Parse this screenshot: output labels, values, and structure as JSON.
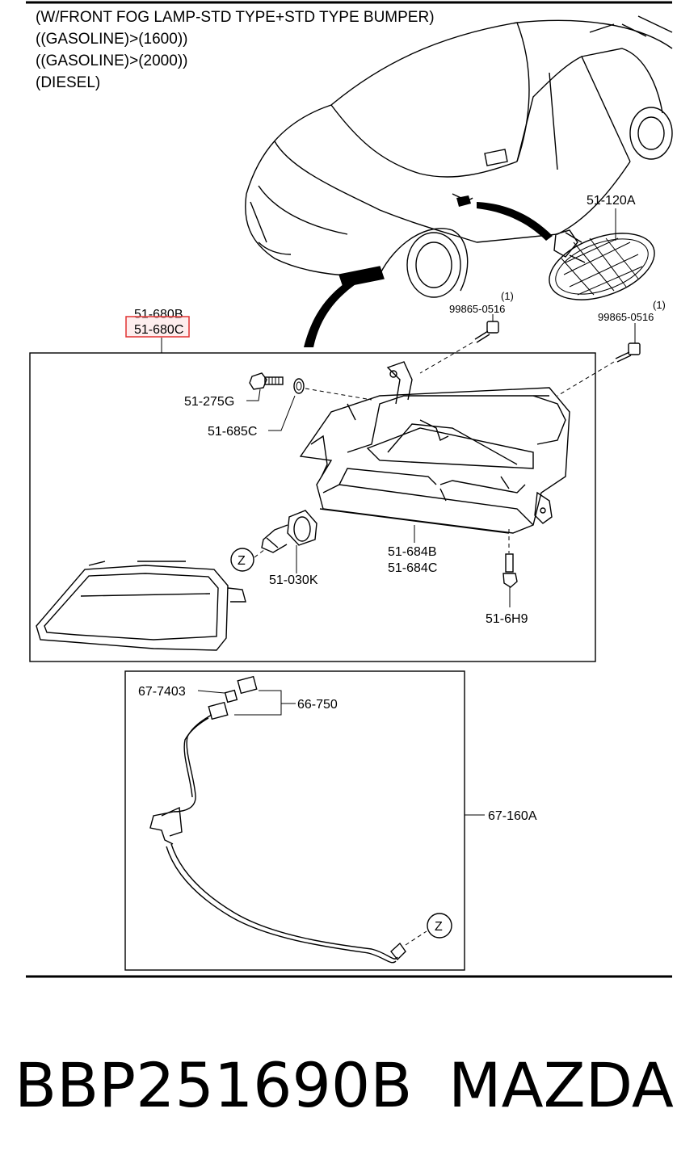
{
  "header": {
    "lines": [
      "(W/FRONT FOG LAMP-STD TYPE+STD TYPE BUMPER)",
      "((GASOLINE)>(1600))",
      "((GASOLINE)>(2000))",
      "(DIESEL)"
    ]
  },
  "callouts": {
    "p_51_120A": "51-120A",
    "p_99865_a_qty": "(1)",
    "p_99865_a": "99865-0516",
    "p_99865_b_qty": "(1)",
    "p_99865_b": "99865-0516",
    "p_51_680B": "51-680B",
    "p_51_680C": "51-680C",
    "p_51_275G": "51-275G",
    "p_51_685C": "51-685C",
    "p_51_030K": "51-030K",
    "p_51_684B": "51-684B",
    "p_51_684C": "51-684C",
    "p_51_6H9": "51-6H9",
    "p_67_7403": "67-7403",
    "p_66_750": "66-750",
    "p_67_160A": "67-160A",
    "z_marker": "Z"
  },
  "footer": {
    "part_number": "BBP251690B",
    "brand": "MAZDA"
  },
  "colors": {
    "highlight": "#e03030",
    "highlight_fill": "#fde0e0",
    "ink": "#000000"
  }
}
